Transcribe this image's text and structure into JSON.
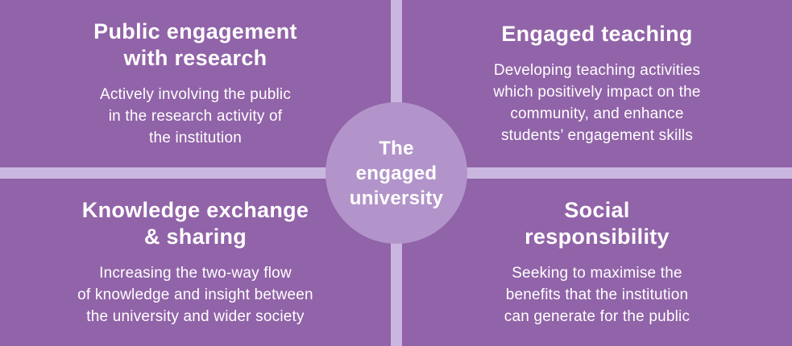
{
  "diagram": {
    "center": {
      "label": "The\nengaged\nuniversity"
    },
    "quadrants": [
      {
        "id": "public-engagement-with-research",
        "heading": "Public engagement\nwith research",
        "body": "Actively involving the public\nin the research activity of\nthe institution"
      },
      {
        "id": "engaged-teaching",
        "heading": "Engaged teaching",
        "body": "Developing teaching activities\nwhich positively impact on the\ncommunity, and enhance\nstudents’ engagement skills"
      },
      {
        "id": "knowledge-exchange-and-sharing",
        "heading": "Knowledge exchange\n& sharing",
        "body": "Increasing the two-way flow\nof knowledge and insight between\nthe university and wider society"
      },
      {
        "id": "social-responsibility",
        "heading": "Social\nresponsibility",
        "body": "Seeking to maximise the\nbenefits that the institution\ncan generate for the public"
      }
    ],
    "colors": {
      "background": "#9163A8",
      "divider": "#C9B7DF",
      "circle": "#B294CA",
      "text": "#FFFFFF"
    }
  }
}
